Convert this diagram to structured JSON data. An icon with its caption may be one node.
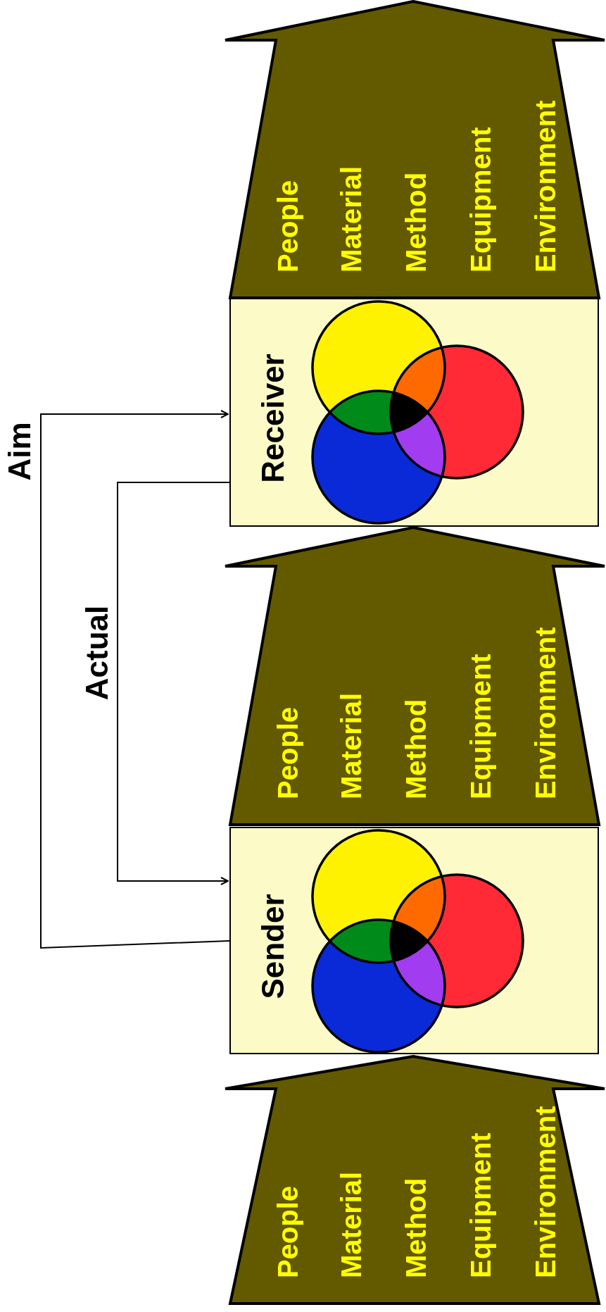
{
  "diagram": {
    "nodes": [
      {
        "text": [
          "People",
          "Material",
          "Method",
          "Equipment",
          "Environment"
        ]
      },
      {
        "text": [
          "Sender"
        ]
      },
      {
        "text": [
          "People",
          "Material",
          "Method",
          "Equipment",
          "Environment"
        ]
      },
      {
        "text": [
          "Receiver"
        ]
      },
      {
        "text": [
          "People",
          "Material",
          "Method",
          "Equipment",
          "Environment"
        ]
      }
    ],
    "edges": [
      {
        "from": 1,
        "to": 3,
        "arrow": "to",
        "label": "Aim"
      },
      {
        "from": 3,
        "to": 1,
        "arrow": "to",
        "label": "Actual"
      },
      {
        "from": 1,
        "to": 3,
        "arrow": "to",
        "style": "thick"
      }
    ]
  }
}
